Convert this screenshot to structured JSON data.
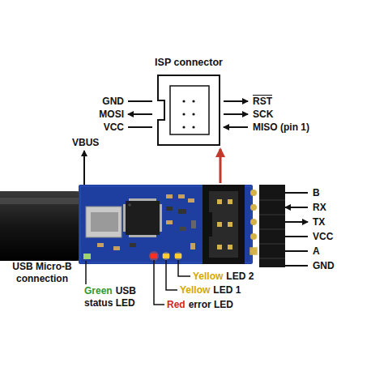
{
  "diagram": {
    "nodes": [
      {
        "text": [
          "ISP connector"
        ]
      }
    ],
    "labels": [
      "GND",
      "MOSI",
      "VCC",
      "RST",
      "SCK",
      "MISO (pin 1)",
      "VBUS",
      "B",
      "RX",
      "TX",
      "VCC",
      "A",
      "GND",
      "USB Micro-B connection",
      "Green",
      "USB status LED",
      "Yellow",
      "LED 2",
      "Yellow",
      "LED 1",
      "Red",
      "error LED"
    ]
  }
}
